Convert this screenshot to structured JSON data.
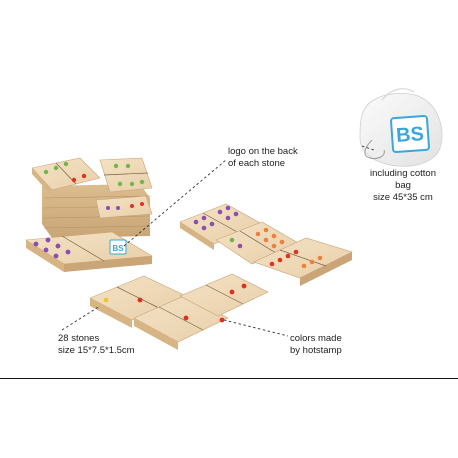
{
  "annotations": {
    "bag": {
      "line1": "including cotton",
      "line2": "bag",
      "line3": "size 45*35 cm"
    },
    "logo": {
      "line1": "logo on the back",
      "line2": "of each stone"
    },
    "stones": {
      "line1": "28 stones",
      "line2": "size 15*7.5*1.5cm"
    },
    "colors": {
      "line1": "colors made",
      "line2": "by hotstamp"
    }
  },
  "bag_logo_text": "BS",
  "tile_logo_text": "BS",
  "colors": {
    "wood_light": "#f1dcbc",
    "wood_mid": "#e3c598",
    "wood_dark": "#c9a577",
    "pip_red": "#e0301e",
    "pip_orange": "#ef7f3a",
    "pip_purple": "#8a4fb0",
    "pip_green": "#6fb847",
    "pip_yellow": "#f2c230",
    "logo_blue": "#39a7dc",
    "dashed_line": "#333333",
    "rule": "#111111"
  }
}
